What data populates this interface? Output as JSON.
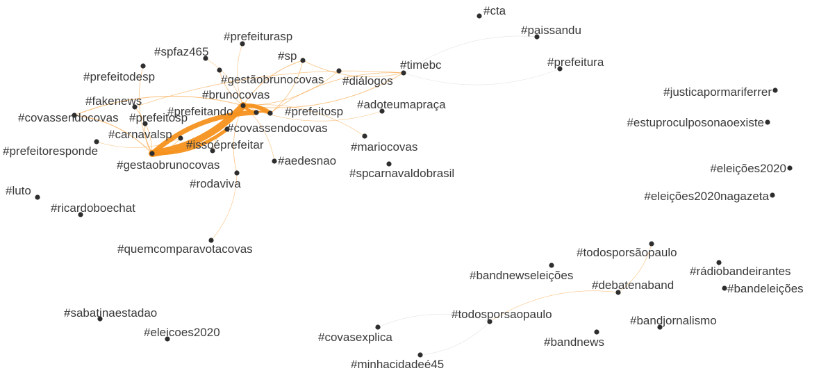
{
  "graph": {
    "edge_color": "#f6921e",
    "faint_edge_color": "#d9d9d9",
    "node_color": "#2e2e2e",
    "label_color": "#3a3a3a",
    "nodes": [
      {
        "id": "cta",
        "label": "#cta"
      },
      {
        "id": "paissandu",
        "label": "#paissandu"
      },
      {
        "id": "prefeiturasp",
        "label": "#prefeiturasp"
      },
      {
        "id": "spfaz465",
        "label": "#spfaz465"
      },
      {
        "id": "sp",
        "label": "#sp"
      },
      {
        "id": "timebc",
        "label": "#timebc"
      },
      {
        "id": "prefeitura",
        "label": "#prefeitura"
      },
      {
        "id": "prefeitodesp",
        "label": "#prefeitodesp"
      },
      {
        "id": "gestaobrunocovas_acc",
        "label": "#gestãobrunocovas"
      },
      {
        "id": "dialogos",
        "label": "#diálogos"
      },
      {
        "id": "justicapormariferrer",
        "label": "#justicapormariferrer"
      },
      {
        "id": "brunocovas",
        "label": "#brunocovas"
      },
      {
        "id": "fakenews",
        "label": "#fakenews"
      },
      {
        "id": "adoteumapraca",
        "label": "#adoteumapraça"
      },
      {
        "id": "prefeitando",
        "label": "#prefeitando"
      },
      {
        "id": "prefeitosp",
        "label": "#prefeitosp"
      },
      {
        "id": "covassendocovas_left",
        "label": "#covassendocovas"
      },
      {
        "id": "prefeitosp_left",
        "label": "#prefeitosp"
      },
      {
        "id": "estuproculposonaoexiste",
        "label": "#estuproculposonaoexiste"
      },
      {
        "id": "covassendocovas",
        "label": "#covassendocovas"
      },
      {
        "id": "carnavalsp",
        "label": "#carnavalsp"
      },
      {
        "id": "mariocovas",
        "label": "#mariocovas"
      },
      {
        "id": "prefeitoresponde",
        "label": "#prefeitoresponde"
      },
      {
        "id": "issoeprefeitar",
        "label": "#issoéprefeitar"
      },
      {
        "id": "aedesnao",
        "label": "#aedesnao"
      },
      {
        "id": "gestaobrunocovas",
        "label": "#gestaobrunocovas"
      },
      {
        "id": "eleicoes2020_acc",
        "label": "#eleições2020"
      },
      {
        "id": "spcarnavaldobrasil",
        "label": "#spcarnavaldobrasil"
      },
      {
        "id": "rodaviva",
        "label": "#rodaviva"
      },
      {
        "id": "luto",
        "label": "#luto"
      },
      {
        "id": "eleicoes2020nagazeta",
        "label": "#eleições2020nagazeta"
      },
      {
        "id": "ricardoboechat",
        "label": "#ricardoboechat"
      },
      {
        "id": "quemcomparavotacovas",
        "label": "#quemcomparavotacovas"
      },
      {
        "id": "todosporsaopaulo_acc",
        "label": "#todosporsãopaulo"
      },
      {
        "id": "bandnewseleicoes",
        "label": "#bandnewseleições"
      },
      {
        "id": "radiobandeirantes",
        "label": "#rádiobandeirantes"
      },
      {
        "id": "debatenaband",
        "label": "#debatenaband"
      },
      {
        "id": "bandeleicoes",
        "label": "#bandeleições"
      },
      {
        "id": "sabatinaestadao",
        "label": "#sabatinaestadao"
      },
      {
        "id": "todosporsaopaulo",
        "label": "#todosporsaopaulo"
      },
      {
        "id": "bandjornalismo",
        "label": "#bandjornalismo"
      },
      {
        "id": "eleicoes2020",
        "label": "#eleicoes2020"
      },
      {
        "id": "covasexplica",
        "label": "#covasexplica"
      },
      {
        "id": "bandnews",
        "label": "#bandnews"
      },
      {
        "id": "minhacidadee45",
        "label": "#minhacidadeé45"
      }
    ],
    "edges": [
      {
        "source": "gestaobrunocovas",
        "target": "brunocovas",
        "weight": 10
      },
      {
        "source": "gestaobrunocovas",
        "target": "prefeitando",
        "weight": 7
      },
      {
        "source": "gestaobrunocovas",
        "target": "covassendocovas",
        "weight": 5
      },
      {
        "source": "brunocovas",
        "target": "prefeitosp",
        "weight": 6
      },
      {
        "source": "brunocovas",
        "target": "prefeitando",
        "weight": 4
      },
      {
        "source": "prefeitando",
        "target": "prefeitosp",
        "weight": 3
      },
      {
        "source": "gestaobrunocovas",
        "target": "covassendocovas_left",
        "weight": 1.2
      },
      {
        "source": "gestaobrunocovas",
        "target": "prefeitosp_left",
        "weight": 1
      },
      {
        "source": "gestaobrunocovas",
        "target": "carnavalsp",
        "weight": 0.8
      },
      {
        "source": "gestaobrunocovas",
        "target": "prefeitodesp",
        "weight": 0.8
      },
      {
        "source": "gestaobrunocovas",
        "target": "fakenews",
        "weight": 0.8
      },
      {
        "source": "covassendocovas_left",
        "target": "brunocovas",
        "weight": 1.2
      },
      {
        "source": "brunocovas",
        "target": "timebc",
        "weight": 1
      },
      {
        "source": "brunocovas",
        "target": "sp",
        "weight": 1
      },
      {
        "source": "brunocovas",
        "target": "dialogos",
        "weight": 0.8
      },
      {
        "source": "brunocovas",
        "target": "gestaobrunocovas_acc",
        "weight": 0.8
      },
      {
        "source": "sp",
        "target": "timebc",
        "weight": 0.8
      },
      {
        "source": "sp",
        "target": "prefeitosp",
        "weight": 0.8
      },
      {
        "source": "timebc",
        "target": "prefeitosp",
        "weight": 0.8
      },
      {
        "source": "fakenews",
        "target": "timebc",
        "weight": 0.8
      },
      {
        "source": "brunocovas",
        "target": "spfaz465",
        "weight": 0.6
      },
      {
        "source": "brunocovas",
        "target": "prefeiturasp",
        "weight": 0.6
      },
      {
        "source": "brunocovas",
        "target": "issoeprefeitar",
        "weight": 0.6
      },
      {
        "source": "brunocovas",
        "target": "mariocovas",
        "weight": 0.5
      },
      {
        "source": "brunocovas",
        "target": "adoteumapraca",
        "weight": 0.5
      },
      {
        "source": "brunocovas",
        "target": "aedesnao",
        "weight": 0.5
      },
      {
        "source": "brunocovas",
        "target": "rodaviva",
        "weight": 0.8
      },
      {
        "source": "rodaviva",
        "target": "quemcomparavotacovas",
        "weight": 0.6
      },
      {
        "source": "prefeitoresponde",
        "target": "carnavalsp",
        "weight": 0.5
      },
      {
        "source": "timebc",
        "target": "paissandu",
        "weight": 0.5,
        "faint": true
      },
      {
        "source": "timebc",
        "target": "prefeitura",
        "weight": 0.5,
        "faint": true
      },
      {
        "source": "todosporsaopaulo_acc",
        "target": "debatenaband",
        "weight": 0.6
      },
      {
        "source": "debatenaband",
        "target": "todosporsaopaulo",
        "weight": 0.6
      },
      {
        "source": "todosporsaopaulo",
        "target": "minhacidadee45",
        "weight": 0.5,
        "faint": true
      },
      {
        "source": "todosporsaopaulo",
        "target": "covasexplica",
        "weight": 0.5,
        "faint": true
      },
      {
        "source": "bandeleicoes",
        "target": "radiobandeirantes",
        "weight": 0.5,
        "faint": true
      }
    ]
  }
}
